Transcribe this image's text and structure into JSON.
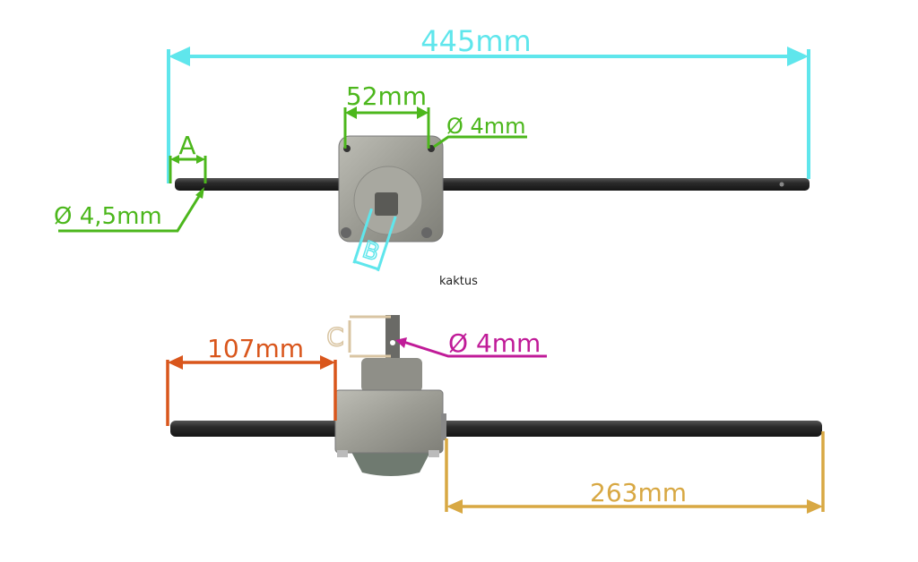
{
  "colors": {
    "cyan": "#5fe6ec",
    "green": "#4cb71c",
    "orange": "#d9561c",
    "magenta": "#c01b98",
    "tan": "#d9c5a3",
    "gold": "#d8a843",
    "shaft": "#2e2f2f",
    "metal": "#a3a39c"
  },
  "top_view": {
    "total_length": "445mm",
    "mount_spacing": "52mm",
    "mount_hole": "Ø 4mm",
    "shaft_end_label": "A",
    "shaft_hole": "Ø 4,5mm",
    "output_shaft_label": "B"
  },
  "watermark": "kaktus",
  "side_view": {
    "output_height_label": "C",
    "output_hole": "Ø 4mm",
    "left_length": "107mm",
    "right_length": "263mm"
  }
}
